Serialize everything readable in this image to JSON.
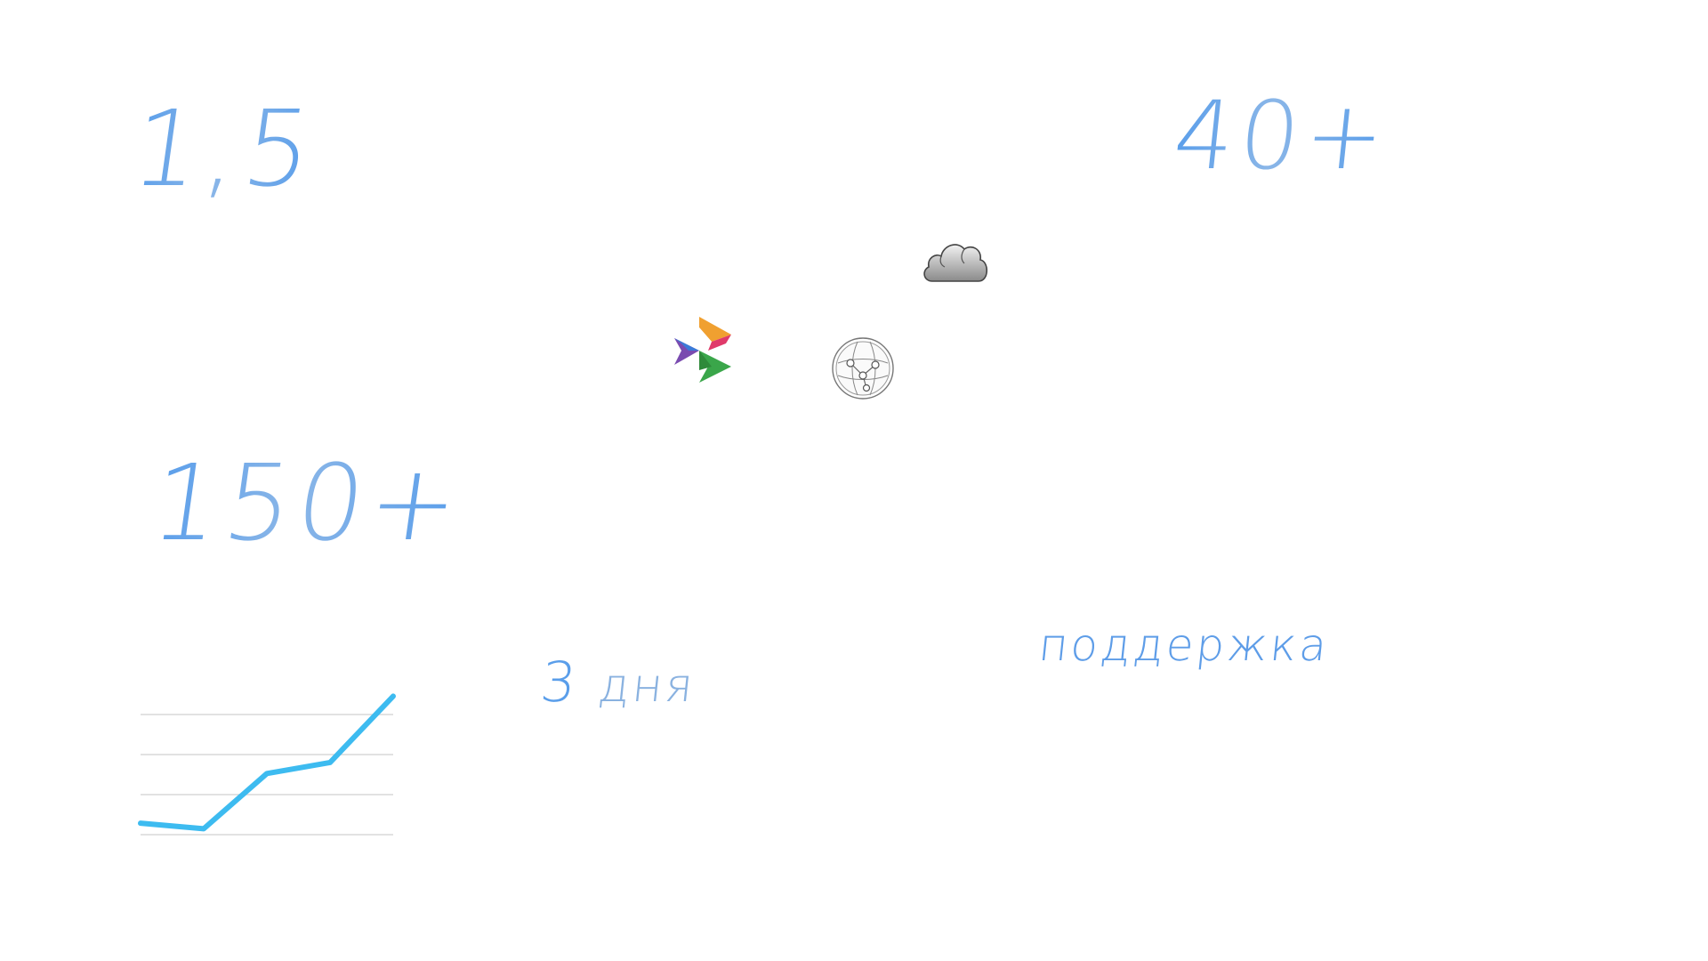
{
  "stats": {
    "years": "1,5",
    "count_40": "40+",
    "count_150": "150+"
  },
  "labels": {
    "days_number": "3",
    "days_word": "дня",
    "support": "поддержка"
  },
  "icons": {
    "cloud": "cloud-icon",
    "triangles": "triangles-logo-icon",
    "globe": "network-globe-icon"
  },
  "colors": {
    "text_blue": "#5a9eea",
    "text_blue_light": "#8ab6e8",
    "chart_line": "#3dbbf0",
    "grid_line": "#d8d8d8"
  },
  "chart_data": {
    "type": "line",
    "x": [
      0,
      1,
      2,
      3,
      4
    ],
    "values": [
      1.1,
      1.0,
      2.0,
      2.2,
      3.4
    ],
    "ylim": [
      0.7,
      3.6
    ],
    "grid": true,
    "gridlines": [
      1.3,
      2.1,
      3.0,
      3.8
    ]
  }
}
